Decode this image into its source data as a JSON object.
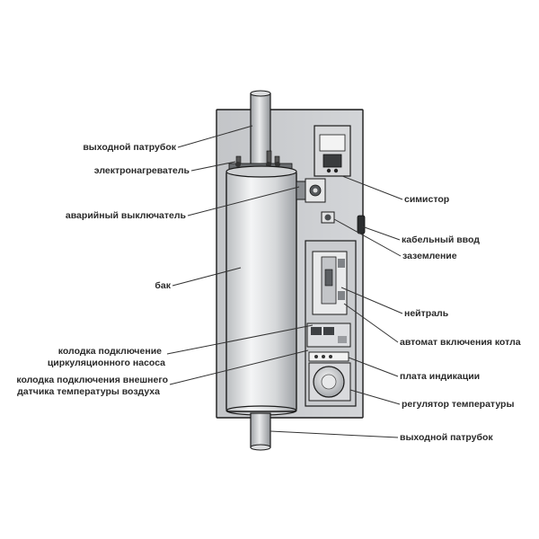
{
  "labels": {
    "outlet_top": "выходной патрубок",
    "heater": "электронагреватель",
    "emergency_switch": "аварийный выключатель",
    "tank": "бак",
    "pump_block_line1": "колодка подключение",
    "pump_block_line2": "циркуляционного насоса",
    "sensor_block_line1": "колодка подключения внешнего",
    "sensor_block_line2": "датчика температуры воздуха",
    "triac": "симистор",
    "cable_entry": "кабельный ввод",
    "grounding": "заземление",
    "neutral": "нейтраль",
    "boiler_breaker": "автомат включения котла",
    "indication_board": "плата индикации",
    "temp_regulator": "регулятор температуры",
    "outlet_bottom": "выходной патрубок"
  },
  "colors": {
    "panel": "#c9cbce",
    "tank_light": "#f2f3f4",
    "tank_dark": "#a6a9ad",
    "outline": "#1a1a1a",
    "label": "#2a2a2a"
  }
}
